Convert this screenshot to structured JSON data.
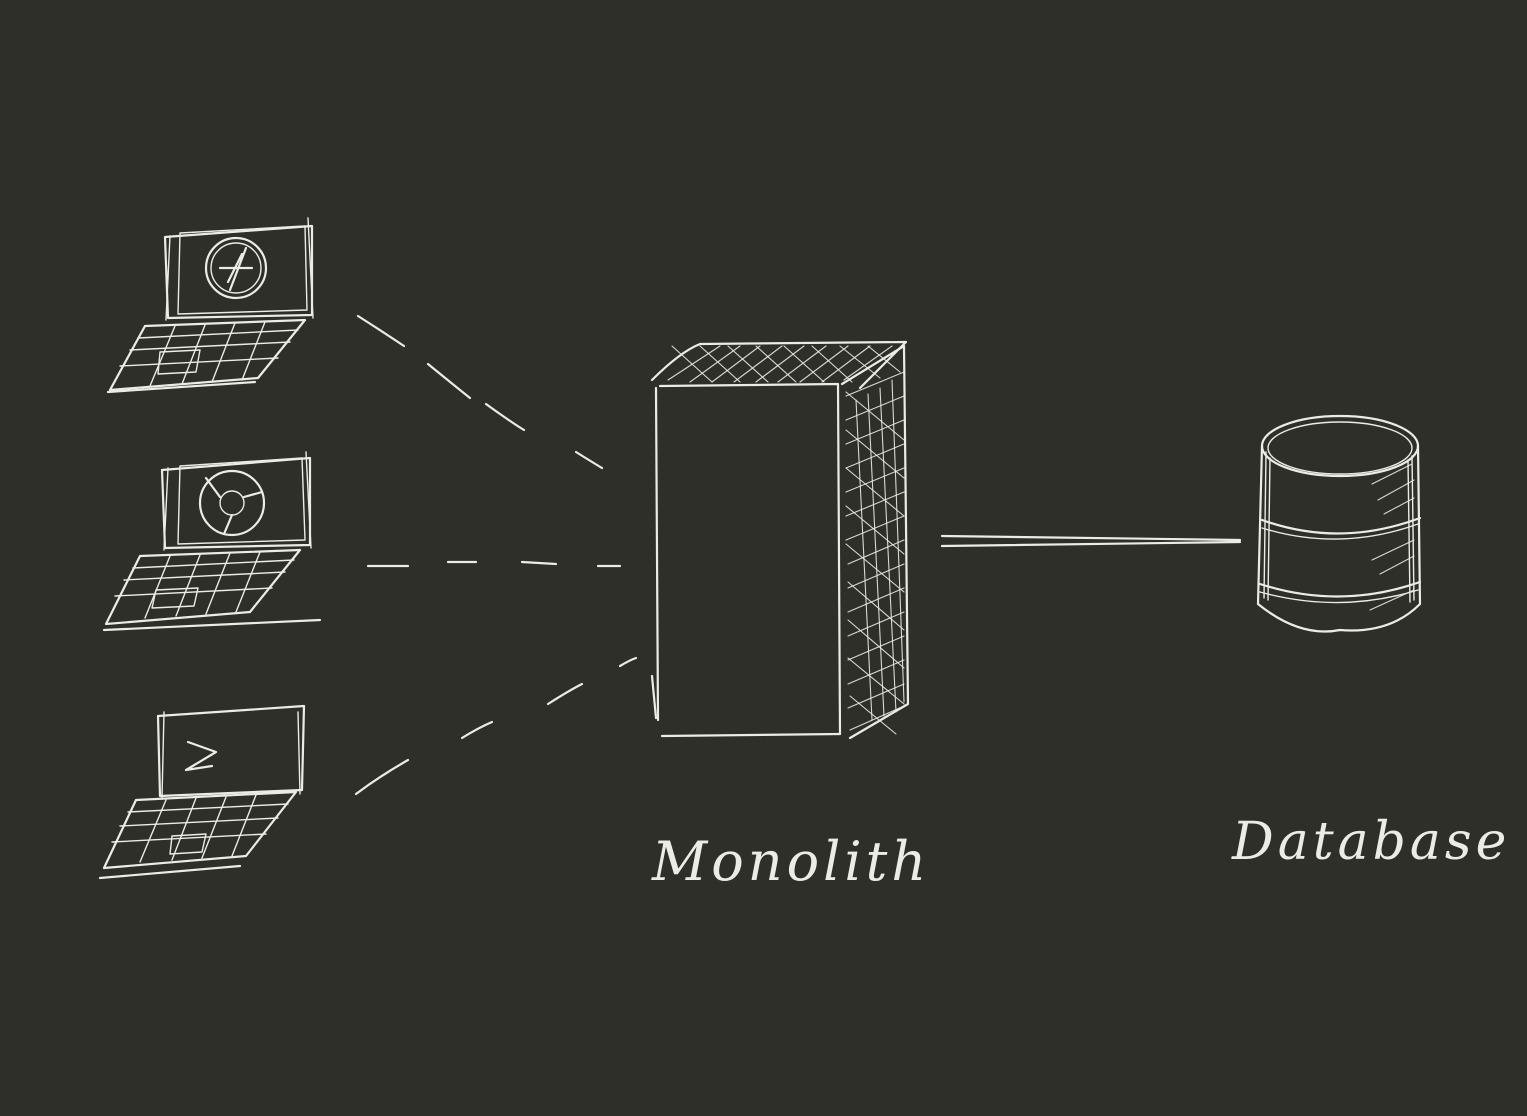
{
  "diagram": {
    "background_color": "#2f2f29",
    "stroke_color": "#ecece6",
    "clients": [
      {
        "name": "laptop-compass",
        "screen_icon": "compass-icon"
      },
      {
        "name": "laptop-chrome",
        "screen_icon": "chrome-icon"
      },
      {
        "name": "laptop-terminal",
        "screen_icon": "terminal-prompt-icon"
      }
    ],
    "server": {
      "label": "Monolith",
      "icon": "server-box-icon"
    },
    "database": {
      "label": "Database",
      "icon": "database-cylinder-icon"
    },
    "connections": [
      {
        "from": "laptop-compass",
        "to": "Monolith",
        "style": "dashed"
      },
      {
        "from": "laptop-chrome",
        "to": "Monolith",
        "style": "dashed"
      },
      {
        "from": "laptop-terminal",
        "to": "Monolith",
        "style": "dashed"
      },
      {
        "from": "Monolith",
        "to": "Database",
        "style": "solid"
      }
    ]
  }
}
